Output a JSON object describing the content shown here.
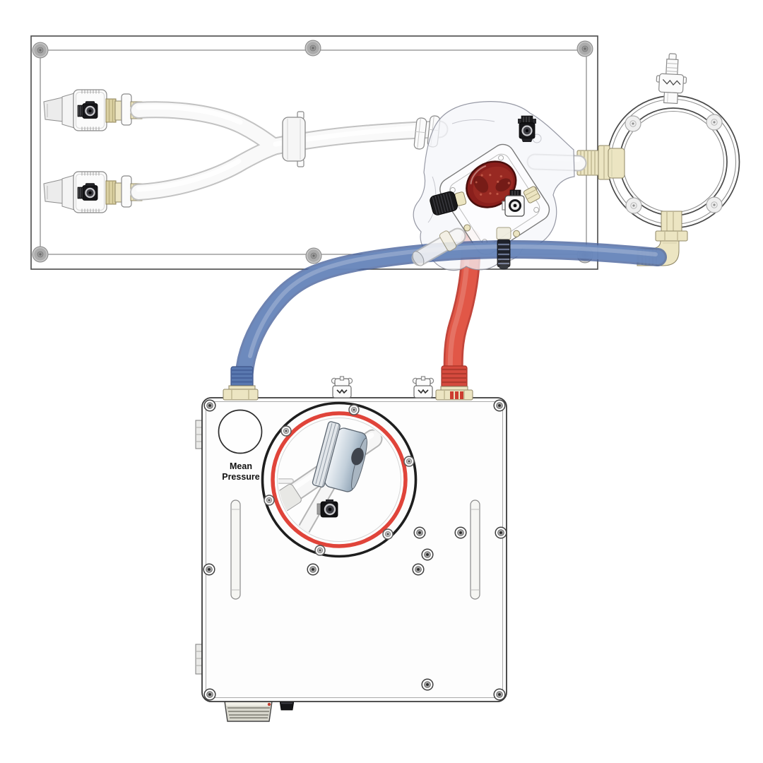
{
  "labels": {
    "mean_pressure_line1": "Mean",
    "mean_pressure_line2": "Pressure"
  },
  "colors": {
    "tube_blue": "#6d8cc0",
    "tube_blue_edge": "#4a649e",
    "tube_red": "#e25848",
    "tube_red_edge": "#bf3d33",
    "gasket_red": "#e0443a",
    "membrane_red": "#8a1f1c",
    "cream_fitting": "#ece5c2",
    "brass_fitting": "#d9cfa0",
    "panel_line": "#4a4a4a",
    "screw_gray": "#ababab"
  },
  "components": [
    "mounting-panel",
    "panel-screw",
    "patient-connector-upper",
    "patient-connector-lower",
    "connector-valve",
    "y-piece-tubing",
    "tube-clamp-collar",
    "pinch-ring",
    "test-lung-unit",
    "red-membrane-window",
    "top-stopcock",
    "front-stopcock",
    "adjustment-knob",
    "drain-port",
    "outlet-barb-port",
    "head-ring-fixture",
    "suction-pad",
    "ring-top-barb-fitting",
    "ring-inlet-fitting",
    "elbow-fitting",
    "blue-supply-tube",
    "red-return-tube",
    "control-box",
    "mean-pressure-port",
    "viewing-window",
    "red-gasket",
    "internal-gauge-cylinder",
    "internal-tube",
    "internal-stopcock",
    "mounting-slot",
    "power-inlet-module",
    "power-switch"
  ]
}
